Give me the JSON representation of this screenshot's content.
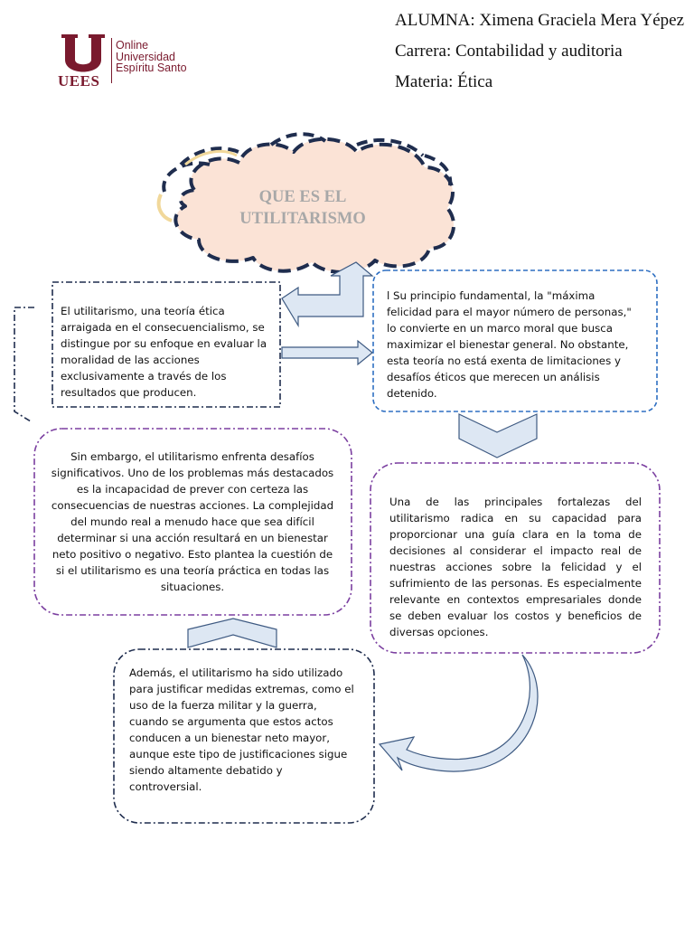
{
  "logo": {
    "initial": "U",
    "acronym": "UEES",
    "line1": "Online",
    "line2": "Universidad",
    "line3": "Espíritu Santo"
  },
  "header": {
    "student": "ALUMNA: Ximena Graciela Mera Yépez",
    "career": "Carrera: Contabilidad y auditoria",
    "subject": "Materia: Ética"
  },
  "cloud": {
    "title_line1": "QUE ES EL",
    "title_line2": "UTILITARISMO"
  },
  "boxes": {
    "definition": "El utilitarismo, una teoría ética arraigada en el consecuencialismo, se distingue por su enfoque en evaluar la moralidad de las acciones exclusivamente a través de los resultados que producen.",
    "principle": "l Su principio fundamental, la \"máxima felicidad para el mayor número de personas,\" lo convierte en un marco moral que busca maximizar el bienestar general. No obstante, esta teoría no está exenta de limitaciones y desafíos éticos que merecen un análisis detenido.",
    "strength": "Una de las principales fortalezas del utilitarismo radica en su capacidad para proporcionar una guía clara en la toma de decisiones al considerar el impacto real de nuestras acciones sobre la felicidad y el sufrimiento de las personas. Es especialmente relevante en contextos empresariales donde se deben evaluar los costos y beneficios de diversas opciones.",
    "extreme": "Además, el utilitarismo ha sido utilizado para justificar medidas extremas, como el uso de la fuerza militar y la guerra, cuando se argumenta que estos actos conducen a un bienestar neto mayor, aunque este tipo de justificaciones sigue siendo altamente debatido y controversial.",
    "challenges": "Sin embargo, el utilitarismo enfrenta desafíos significativos. Uno de los problemas más destacados es la incapacidad de prever con certeza las consecuencias de nuestras acciones. La complejidad del mundo real a menudo hace que sea difícil determinar si una acción resultará en un bienestar neto positivo o negativo. Esto plantea la cuestión de si el utilitarismo es una teoría práctica en todas las situaciones."
  },
  "colors": {
    "brand": "#7a1a2e",
    "cloud_fill": "#fbe3d6",
    "cloud_border": "#1f2d4e",
    "arrow_fill": "#dde7f3",
    "arrow_stroke": "#3e5a82",
    "blue_border": "#2e6fc2",
    "purple_border": "#7b3fa0"
  }
}
